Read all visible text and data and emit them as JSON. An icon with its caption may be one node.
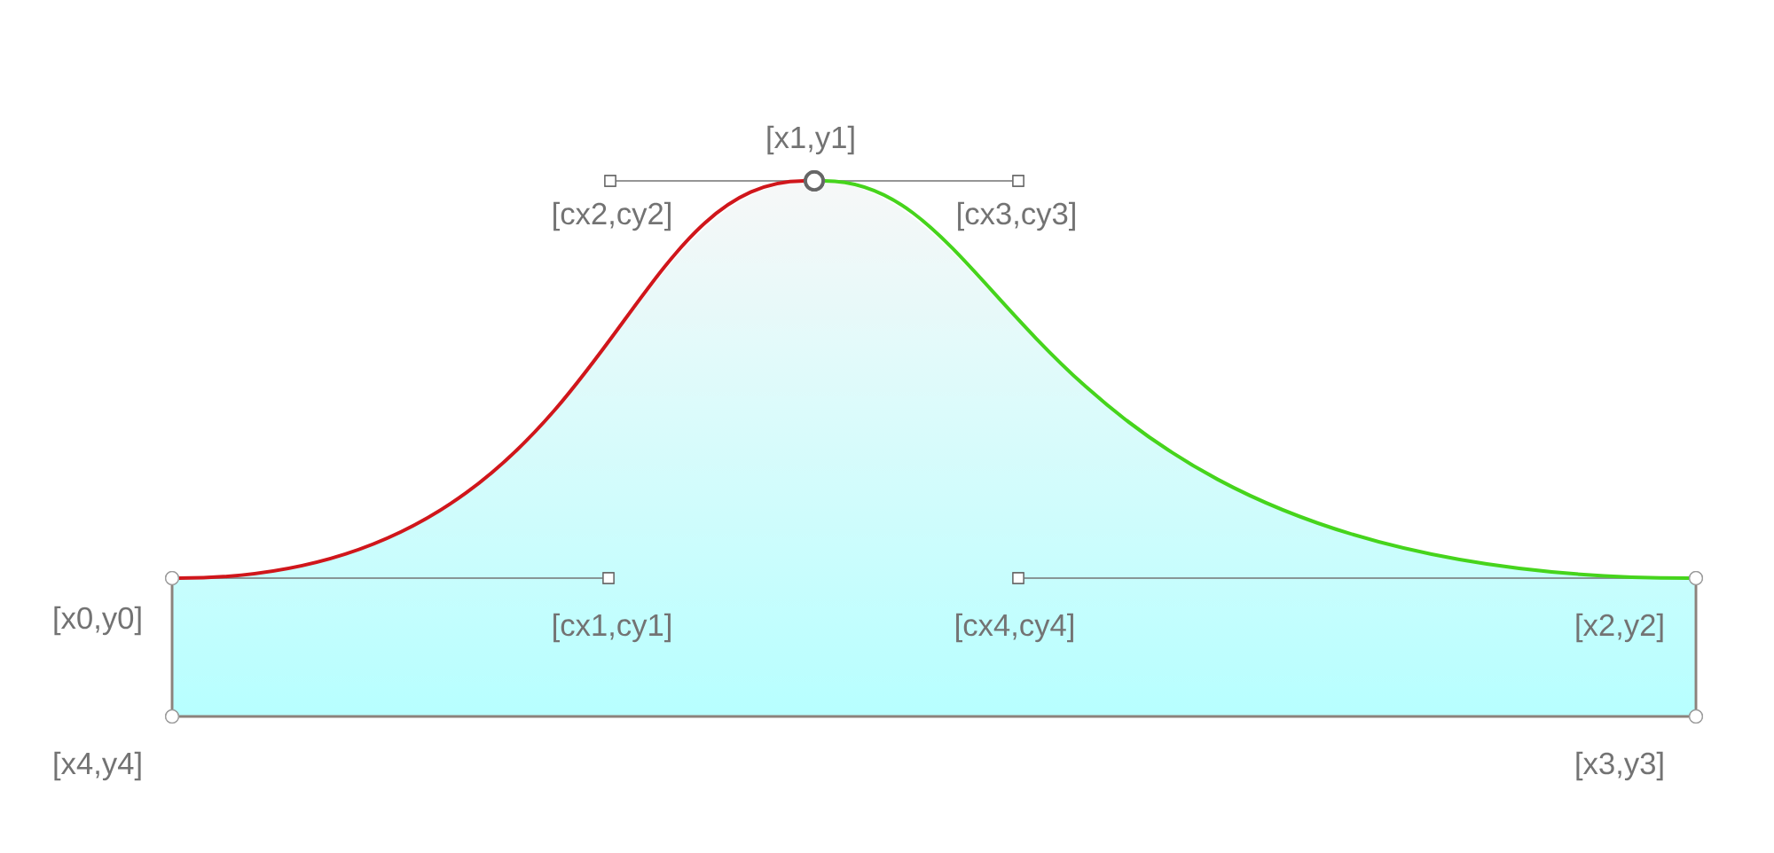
{
  "diagram": {
    "nodes": [
      {
        "text": [],
        "shape": "circle",
        "beside": [
          "[x0,y0]"
        ]
      },
      {
        "text": [],
        "shape": "box",
        "beside": [
          "[cx1,cy1]"
        ]
      },
      {
        "text": [],
        "shape": "box",
        "beside": [
          "[cx2,cy2]"
        ]
      },
      {
        "text": [],
        "shape": "circle",
        "beside": [
          "[x1,y1]"
        ]
      },
      {
        "text": [],
        "shape": "box",
        "beside": [
          "[cx3,cy3]"
        ]
      },
      {
        "text": [],
        "shape": "box",
        "beside": [
          "[cx4,cy4]"
        ]
      },
      {
        "text": [],
        "shape": "circle",
        "beside": [
          "[x2,y2]"
        ]
      },
      {
        "text": [],
        "shape": "circle",
        "beside": [
          "[x3,y3]"
        ]
      },
      {
        "text": [],
        "shape": "circle",
        "beside": [
          "[x4,y4]"
        ]
      }
    ],
    "edges": [
      {
        "from": 0,
        "to": 1,
        "arrow": "none"
      },
      {
        "from": 2,
        "to": 3,
        "arrow": "none"
      },
      {
        "from": 3,
        "to": 4,
        "arrow": "none"
      },
      {
        "from": 5,
        "to": 6,
        "arrow": "none"
      },
      {
        "from": 0,
        "to": 3,
        "arrow": "none",
        "color": "#d0161b"
      },
      {
        "from": 3,
        "to": 6,
        "arrow": "none",
        "color": "#46d41c"
      },
      {
        "from": 6,
        "to": 7,
        "arrow": "none",
        "color": "#8c827c"
      },
      {
        "from": 7,
        "to": 8,
        "arrow": "none",
        "color": "#8c827c"
      },
      {
        "from": 8,
        "to": 0,
        "arrow": "none",
        "color": "#8c827c"
      }
    ]
  }
}
